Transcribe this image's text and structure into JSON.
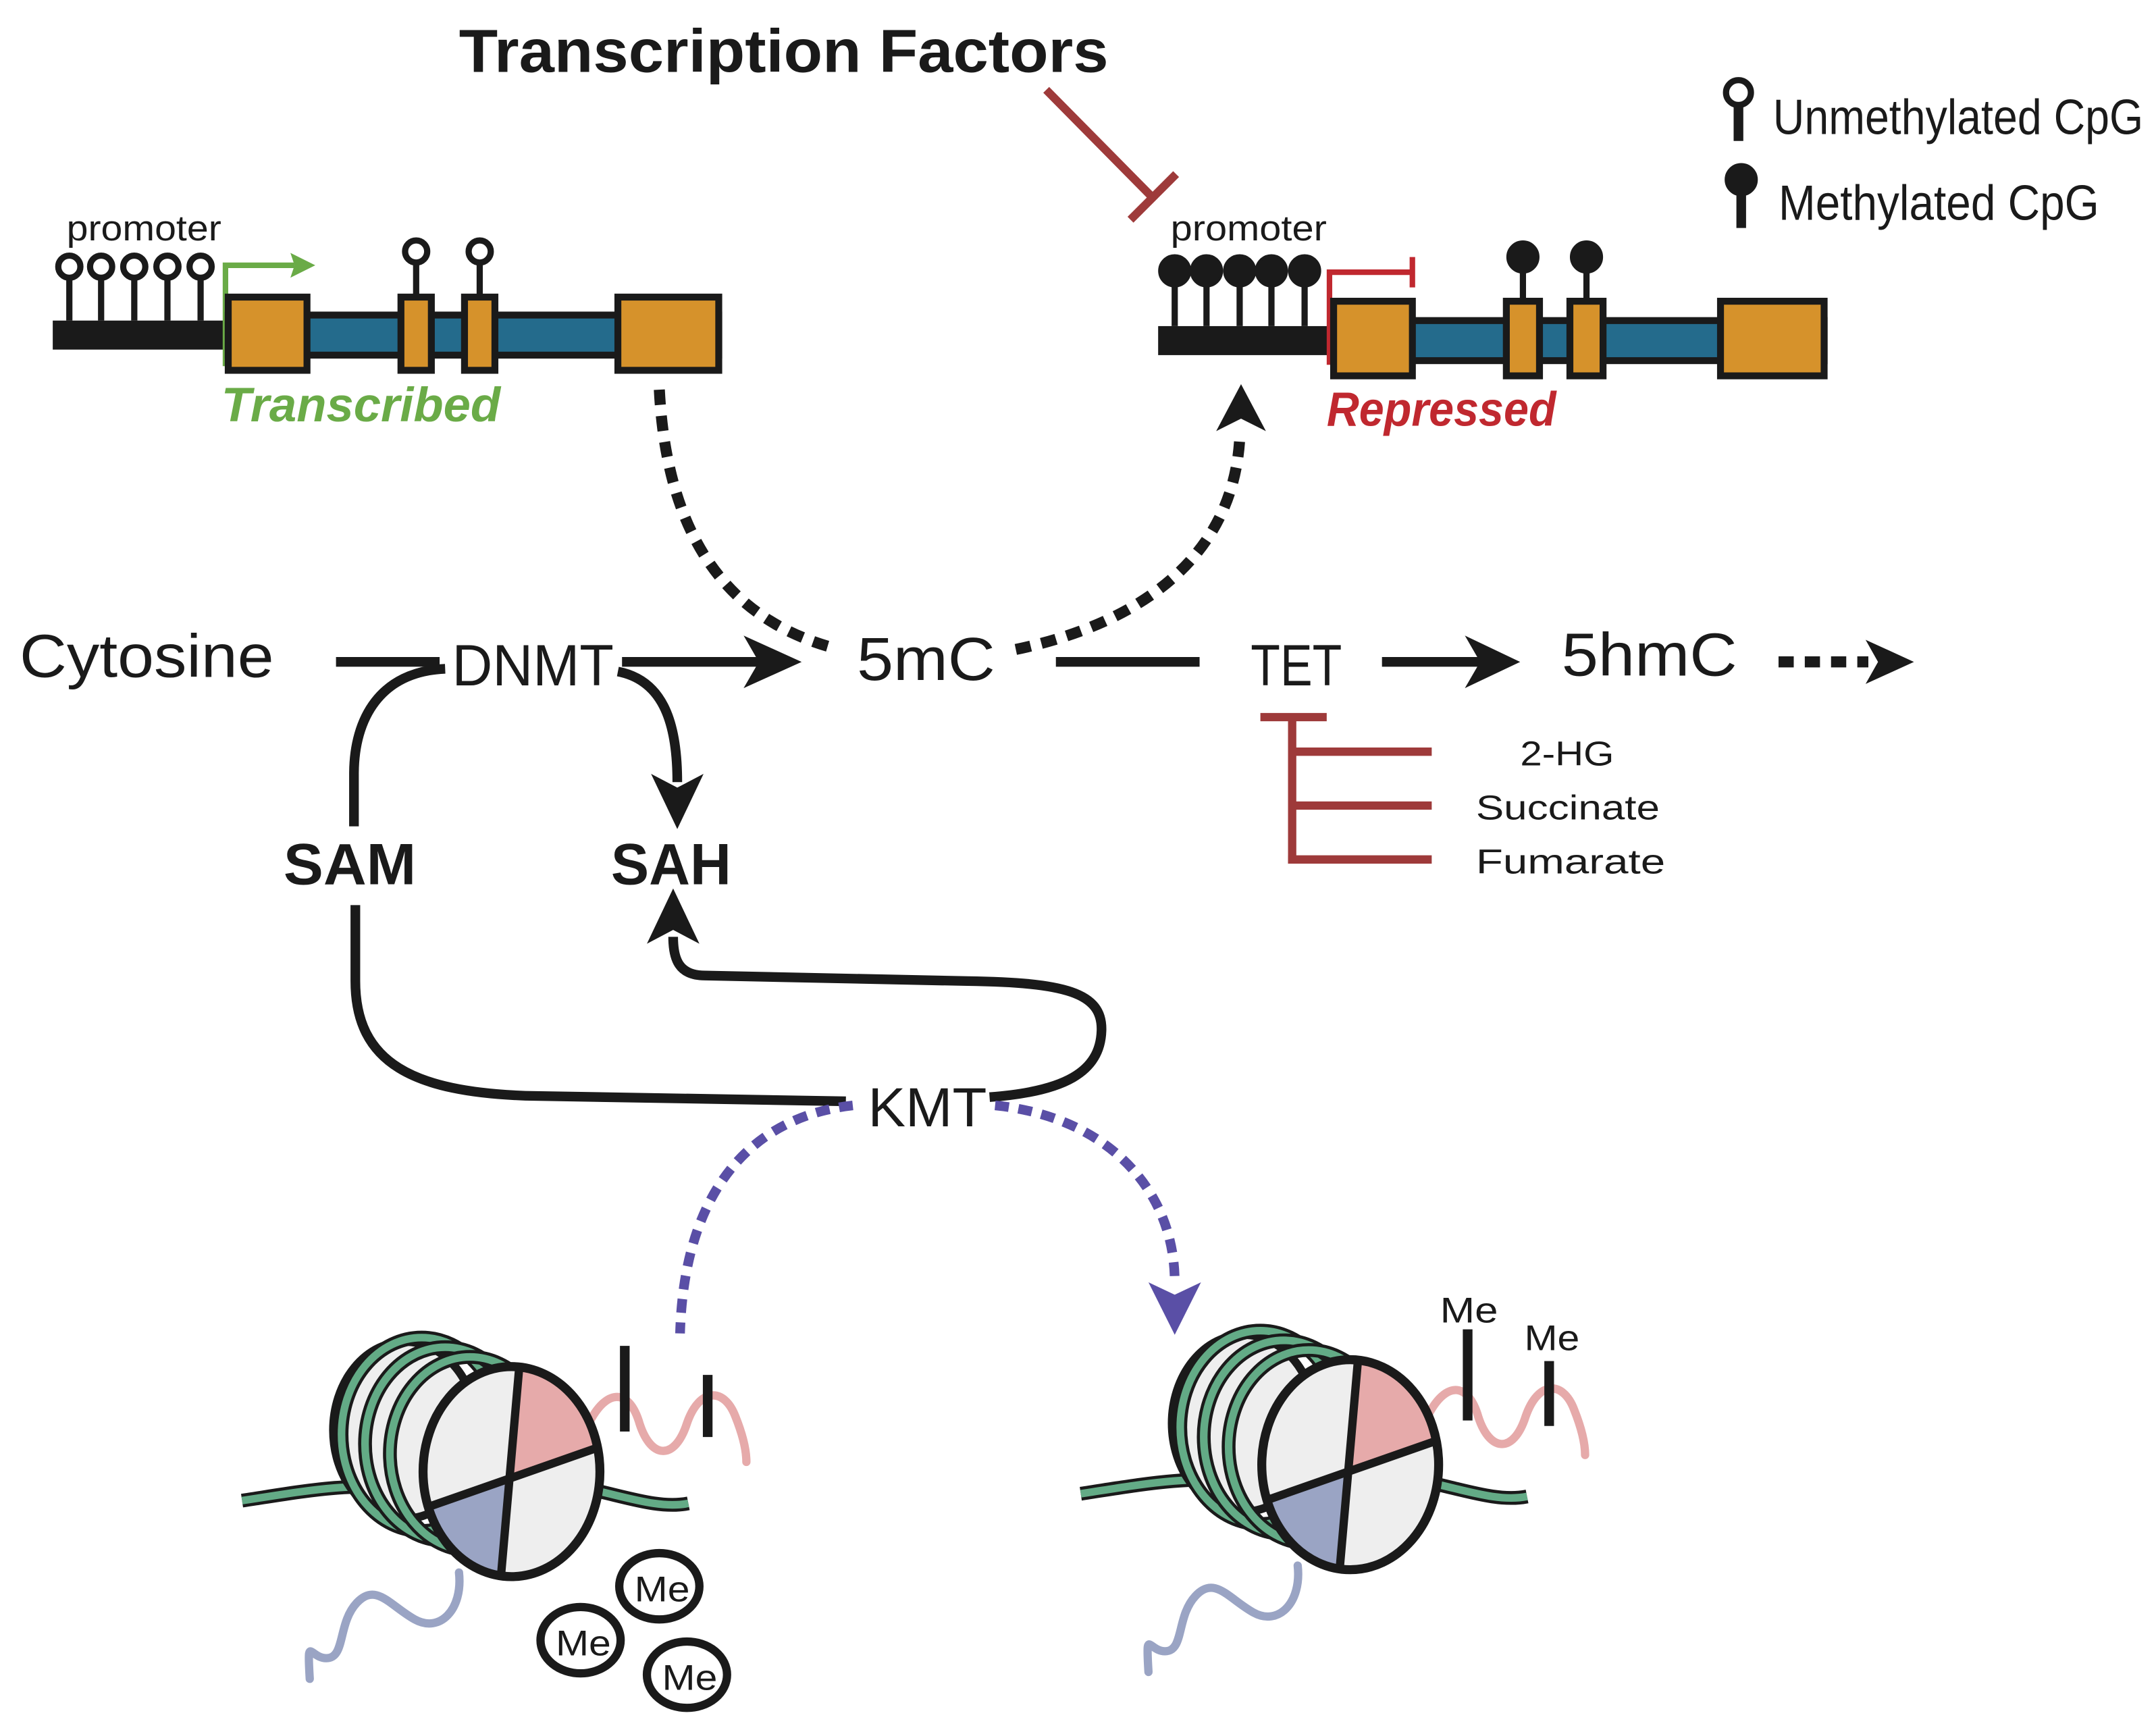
{
  "title": "Transcription Factors",
  "legend": {
    "unmethylated": "Unmethylated CpG",
    "methylated": "Methylated CpG"
  },
  "genes": {
    "left": {
      "promoter_label": "promoter",
      "state": "Transcribed"
    },
    "right": {
      "promoter_label": "promoter",
      "state": "Repressed"
    }
  },
  "pathway": {
    "substrate": "Cytosine",
    "dnmt": "DNMT",
    "product_5mc": "5mC",
    "tet": "TET",
    "product_5hmc": "5hmC"
  },
  "tet_inhibitors": [
    "2-HG",
    "Succinate",
    "Fumarate"
  ],
  "cofactors": {
    "sam": "SAM",
    "sah": "SAH"
  },
  "histone_methylation": {
    "enzyme": "KMT"
  },
  "histone_marks": {
    "free_methyl": [
      "Me",
      "Me",
      "Me"
    ],
    "bound_methyl": [
      "Me",
      "Me"
    ]
  },
  "colors": {
    "ink": "#1a1a1a",
    "exon": "#d6922b",
    "intron": "#246b8c",
    "active": "#6aab47",
    "repressed": "#c0282f",
    "inhibitor": "#9e3a3a",
    "kmt_path": "#5a4fa6",
    "dna": "#63ab86",
    "histone": "#eeeeee",
    "histone_pink": "#e6aaaa",
    "histone_blue": "#9aa4c4"
  }
}
